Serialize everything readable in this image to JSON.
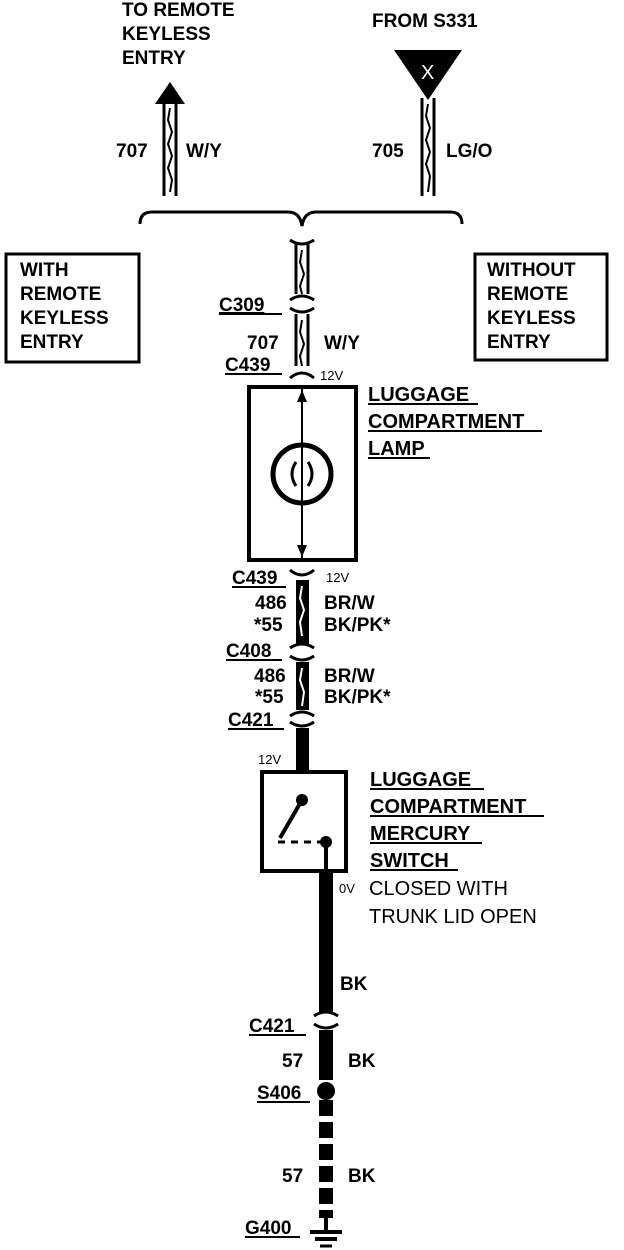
{
  "top": {
    "remote_keyless": [
      "TO REMOTE",
      "KEYLESS",
      "ENTRY"
    ],
    "from": "FROM S331",
    "x_mark": "X",
    "wire_left_num": "707",
    "wire_left_color": "W/Y",
    "wire_right_num": "705",
    "wire_right_color": "LG/O"
  },
  "boxes": {
    "with_remote": [
      "WITH",
      "REMOTE",
      "KEYLESS",
      "ENTRY"
    ],
    "without_remote": [
      "WITHOUT",
      "REMOTE",
      "KEYLESS",
      "ENTRY"
    ]
  },
  "connectors": {
    "c309": "C309",
    "c439_top": "C439",
    "c439_bottom": "C439",
    "c408": "C408",
    "c421_top": "C421",
    "c421_bottom": "C421",
    "s406": "S406",
    "g400": "G400"
  },
  "wires": {
    "w707_num": "707",
    "w707_color": "W/Y",
    "v12_top": "12V",
    "v12_mid": "12V",
    "v12_switch": "12V",
    "w486_a_num": "486",
    "w486_a_color": "BR/W",
    "w55_a_num": "*55",
    "w55_a_color": "BK/PK*",
    "w486_b_num": "486",
    "w486_b_color": "BR/W",
    "w55_b_num": "*55",
    "w55_b_color": "BK/PK*",
    "v0": "0V",
    "bk_1": "BK",
    "w57_a_num": "57",
    "w57_a_color": "BK",
    "w57_b_num": "57",
    "w57_b_color": "BK"
  },
  "components": {
    "lamp": [
      "LUGGAGE",
      "COMPARTMENT",
      "LAMP"
    ],
    "switch": [
      "LUGGAGE",
      "COMPARTMENT",
      "MERCURY",
      "SWITCH"
    ],
    "switch_note": [
      "CLOSED WITH",
      "TRUNK LID OPEN"
    ]
  }
}
